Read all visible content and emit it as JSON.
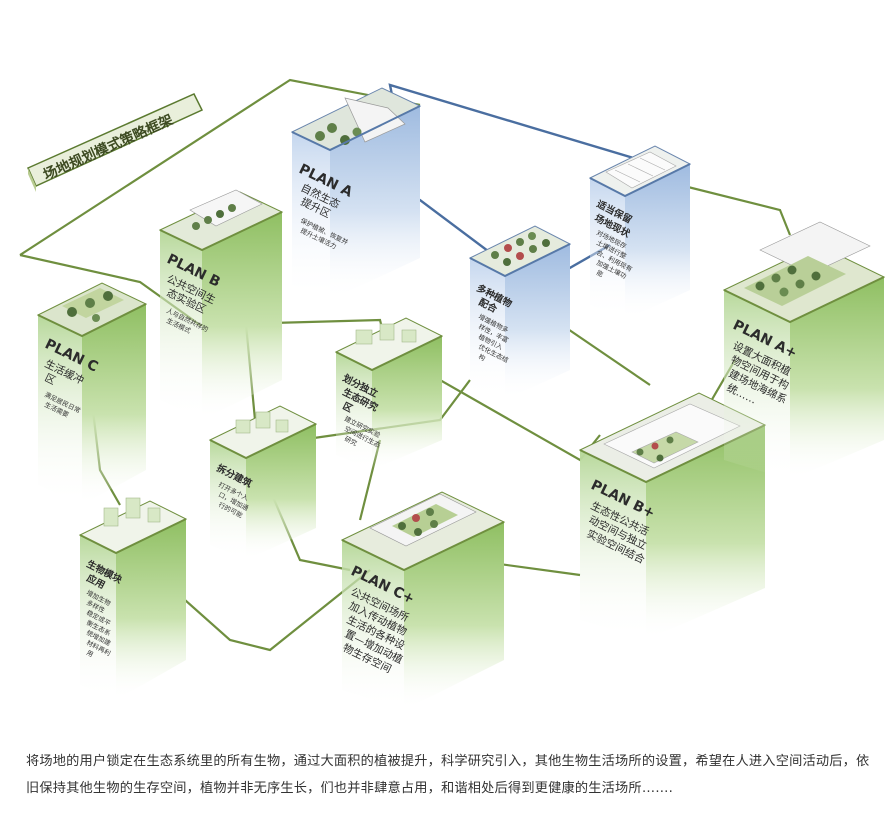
{
  "title": "场地规划模式策略框架",
  "colors": {
    "green_line": "#6f8f3f",
    "blue_line": "#4a6ea0",
    "green_face": "#9ec978",
    "blue_face": "#a9c3e0"
  },
  "nodes": {
    "plan_a": {
      "code": "PLAN A",
      "title": [
        "自然生态",
        "提升区"
      ],
      "desc": [
        "保护植被、恢复并",
        "提升土壤活力"
      ]
    },
    "plan_b": {
      "code": "PLAN B",
      "title": [
        "公共空间生",
        "态实验区"
      ],
      "desc": [
        "人与自然共存的",
        "生活模式"
      ]
    },
    "plan_c": {
      "code": "PLAN C",
      "title": [
        "生活缓冲",
        "区"
      ],
      "desc": [
        "满足居民日常",
        "生活需要"
      ]
    },
    "plan_a_plus": {
      "code": "PLAN A+",
      "title": [
        "设置大面积植",
        "物空间用于构",
        "建场地海绵系",
        "统……"
      ]
    },
    "plan_b_plus": {
      "code": "PLAN B+",
      "title": [
        "生态性公共活",
        "动空间与独立",
        "实验空间结合"
      ]
    },
    "plan_c_plus": {
      "code": "PLAN C+",
      "title": [
        "公共空间场所",
        "加入传动植物",
        "生活的各种设",
        "置—增加动植",
        "物生存空间"
      ]
    },
    "preserve": {
      "title": [
        "适当保留",
        "场地现状"
      ],
      "desc": [
        "对场地现存",
        "土壤进行整",
        "合、利用现有",
        "加强土壤功",
        "能"
      ]
    },
    "plants": {
      "title": [
        "多种植物",
        "配合"
      ],
      "desc": [
        "增强植物多",
        "样性，丰富",
        "植物引入",
        "优化生态结",
        "构"
      ]
    },
    "research": {
      "title": [
        "划分独立",
        "生态研究",
        "区"
      ],
      "desc": [
        "建立研究实验",
        "空间进行生态",
        "研究"
      ]
    },
    "split": {
      "title": [
        "拆分建筑"
      ],
      "desc": [
        "打开多个入",
        "口，增加通",
        "行的可能"
      ]
    },
    "module": {
      "title": [
        "生物模块",
        "应用"
      ],
      "desc": [
        "增加生物",
        "多样性",
        "稳定或平",
        "衡生态系",
        "统增加建",
        "材料再利",
        "用"
      ]
    }
  },
  "caption": "将场地的用户锁定在生态系统里的所有生物，通过大面积的植被提升，科学研究引入，其他生物生活场所的设置，希望在人进入空间活动后，依旧保持其他生物的生存空间，植物并非无序生长，们也并非肆意占用，和谐相处后得到更健康的生活场所……."
}
